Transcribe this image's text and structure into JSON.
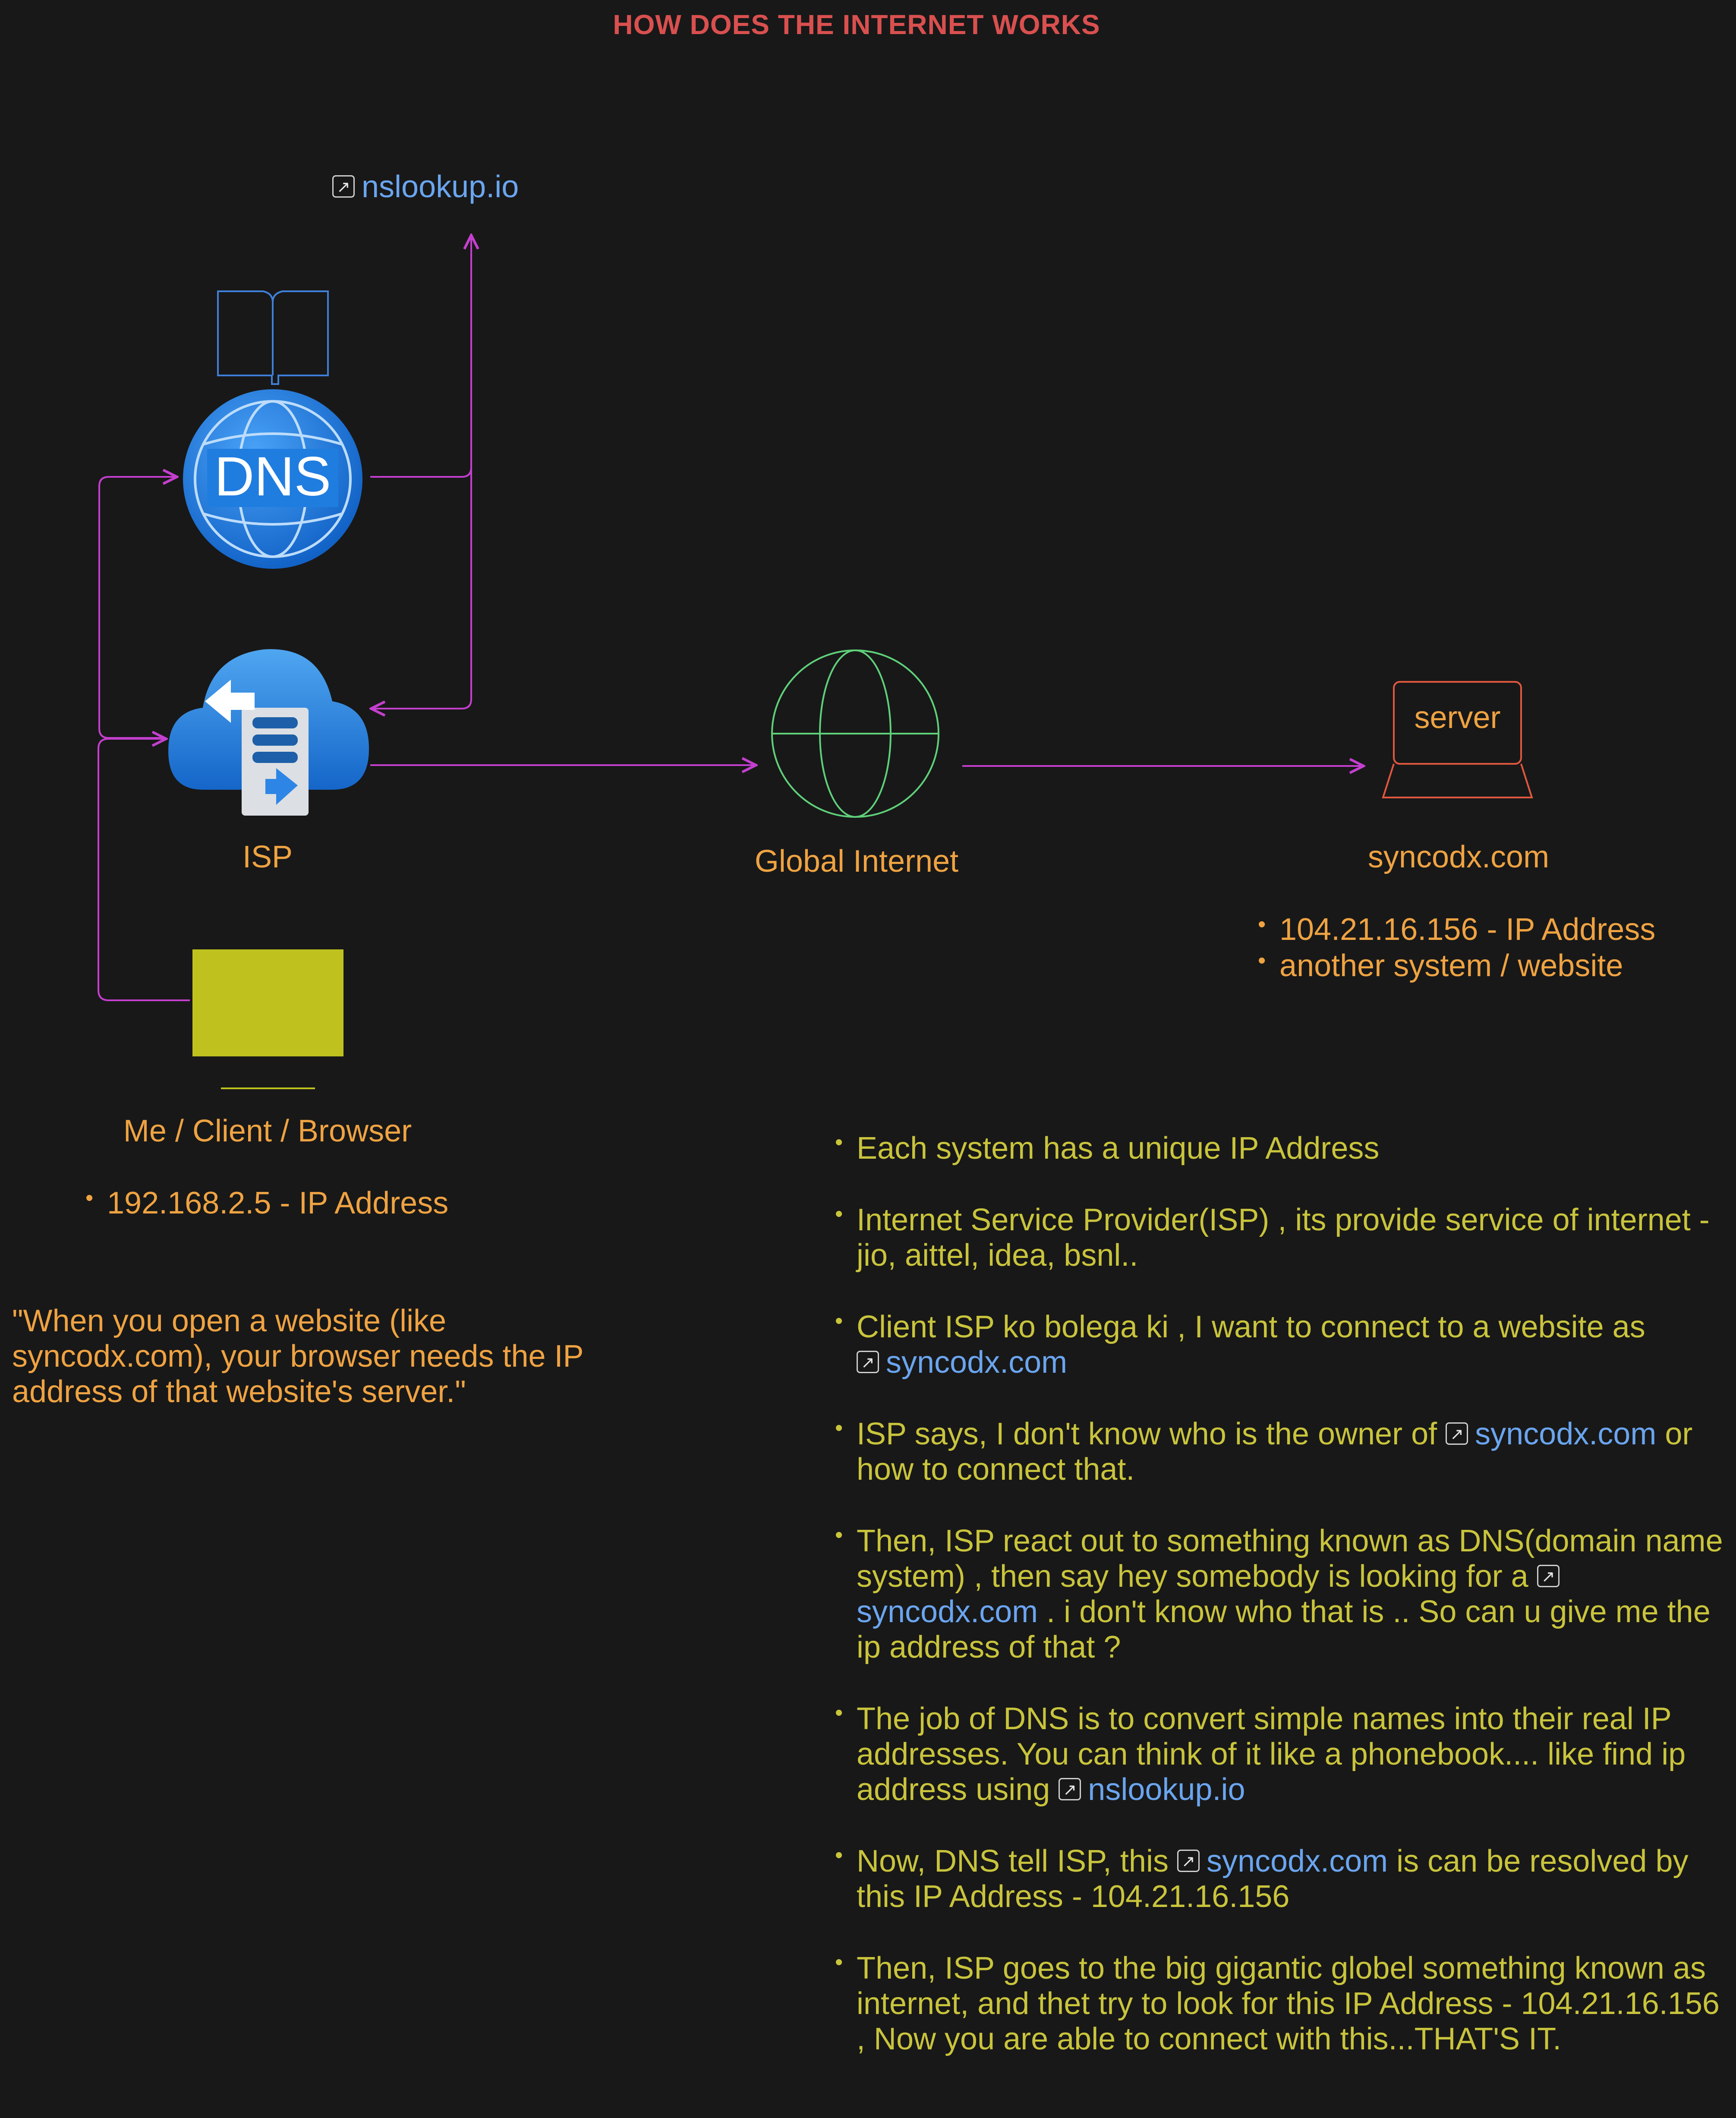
{
  "title": "HOW DOES THE INTERNET WORKS",
  "colors": {
    "background": "#181818",
    "title": "#d9504f",
    "arrow": "#c43fcf",
    "label": "#efa342",
    "note_text": "#c9c43c",
    "link": "#6aa5ef",
    "globe": "#5fd07a",
    "server": "#e0573f",
    "client_screen": "#bfc11e",
    "dns_blue": "#1f7de0"
  },
  "nslookup_link": {
    "icon": "external-link-icon",
    "text": "nslookup.io"
  },
  "nodes": {
    "dns": {
      "icon_text": "DNS",
      "book_icon": "book-icon"
    },
    "isp": {
      "label": "ISP"
    },
    "internet": {
      "label": "Global Internet"
    },
    "server": {
      "box_text": "server",
      "label": "syncodx.com"
    },
    "client": {
      "label": "Me / Client / Browser"
    }
  },
  "server_details": [
    "104.21.16.156 - IP Address",
    "another system / website"
  ],
  "client_details": [
    "192.168.2.5 - IP Address"
  ],
  "quote": "\"When you open a website (like syncodx.com), your browser needs the IP address of that website's server.\"",
  "notes": {
    "n1": "Each system has a unique IP Address",
    "n2": "Internet Service Provider(ISP) , its provide service of internet - jio, aittel, idea, bsnl..",
    "n3_pre": " Client ISP ko bolega ki , I want to connect to a website as",
    "n3_link": "syncodx.com",
    "n4_pre": "ISP says, I don't know who is the owner of",
    "n4_link": "syncodx.com",
    "n4_post": "or how to connect that.",
    "n5_pre": "Then, ISP react out to something known as DNS(domain name system) , then say hey somebody is looking for a",
    "n5_link": "syncodx.com",
    "n5_post": ". i don't know who that is .. So can u give me the ip address of that ?",
    "n6_pre": "The job of DNS is to convert simple names into their real IP addresses. You can think of it like a phonebook.... like find ip address using",
    "n6_link": "nslookup.io",
    "n7_pre": "Now, DNS tell ISP, this",
    "n7_link": "syncodx.com",
    "n7_post": " is can be resolved by this IP Address - 104.21.16.156",
    "n8": "Then, ISP goes to the big gigantic globel something known as internet, and thet try to look for this IP Address - 104.21.16.156 , Now you are able to connect with this...THAT'S IT."
  }
}
